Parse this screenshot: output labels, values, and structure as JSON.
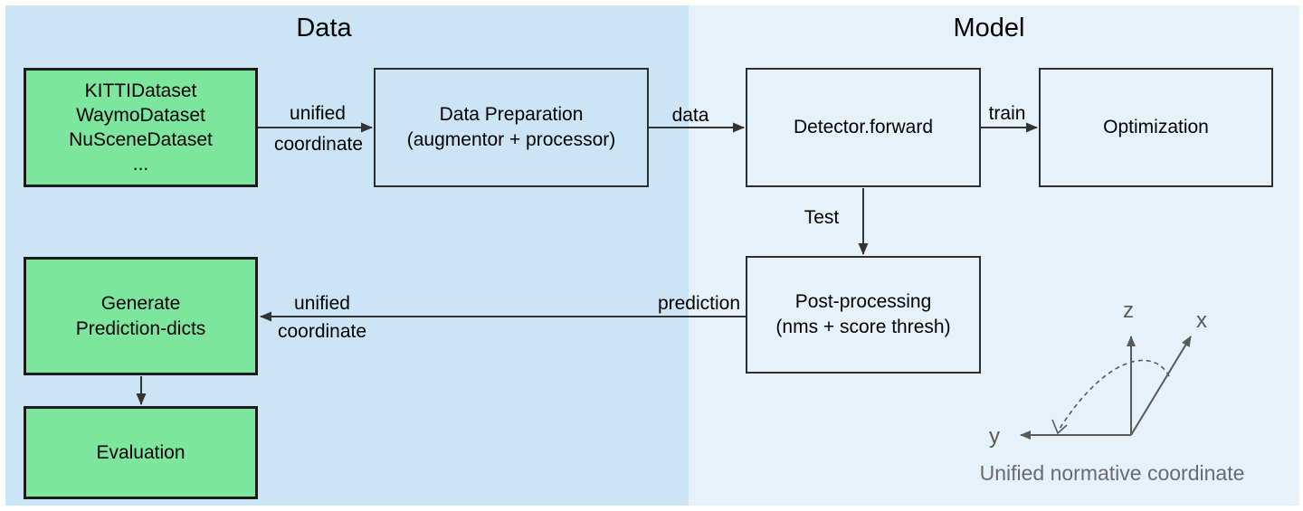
{
  "sections": {
    "data": {
      "title": "Data"
    },
    "model": {
      "title": "Model"
    }
  },
  "boxes": {
    "datasets": {
      "label": "KITTIDataset\nWaymoDataset\nNuSceneDataset\n..."
    },
    "data_preparation": {
      "label": "Data Preparation\n(augmentor + processor)"
    },
    "detector": {
      "label": "Detector.forward"
    },
    "optimization": {
      "label": "Optimization"
    },
    "post_processing": {
      "label": "Post-processing\n(nms + score thresh)"
    },
    "generate_prediction_dicts": {
      "label": "Generate\nPrediction-dicts"
    },
    "evaluation": {
      "label": "Evaluation"
    }
  },
  "edge_labels": {
    "unified_coordinate_top": {
      "line1": "unified",
      "line2": "coordinate"
    },
    "data": "data",
    "train": "train",
    "test": "Test",
    "prediction": "prediction",
    "unified_coordinate_bottom": {
      "line1": "unified",
      "line2": "coordinate"
    }
  },
  "coordinate_axes": {
    "z_label": "z",
    "x_label": "x",
    "y_label": "y",
    "caption": "Unified normative coordinate"
  },
  "colors": {
    "left_panel_bg": "#cbe4f6",
    "right_panel_bg": "#e6f1fa",
    "green_box_fill": "#7de69e",
    "box_border": "#2e2e2e",
    "green_border": "#1b1b1b",
    "arrow": "#333333",
    "axes_gray": "#595959",
    "caption_gray": "#6b6b6b",
    "text": "#000000"
  }
}
